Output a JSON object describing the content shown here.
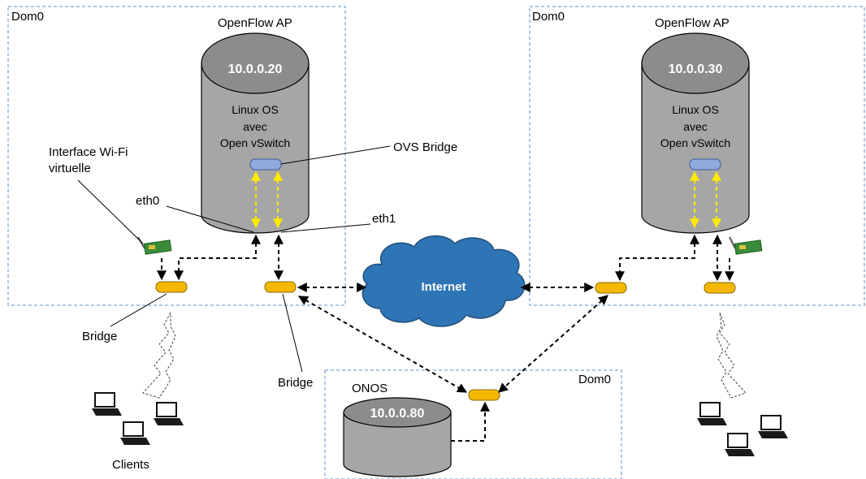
{
  "zones": {
    "left": {
      "label": "Dom0",
      "title": "OpenFlow AP"
    },
    "right": {
      "label": "Dom0",
      "title": "OpenFlow AP"
    },
    "bottom": {
      "label": "Dom0",
      "title": "ONOS"
    }
  },
  "nodes": {
    "ap_left": {
      "ip": "10.0.0.20",
      "os_line1": "Linux OS",
      "os_line2": "avec",
      "os_line3": "Open vSwitch"
    },
    "ap_right": {
      "ip": "10.0.0.30",
      "os_line1": "Linux OS",
      "os_line2": "avec",
      "os_line3": "Open vSwitch"
    },
    "onos": {
      "ip": "10.0.0.80"
    },
    "internet": {
      "label": "Internet"
    }
  },
  "labels": {
    "ovs_bridge": "OVS Bridge",
    "wifi_line1": "Interface Wi-Fi",
    "wifi_line2": "virtuelle",
    "eth0": "eth0",
    "eth1": "eth1",
    "bridge_left": "Bridge",
    "bridge_center": "Bridge",
    "clients": "Clients"
  },
  "colors": {
    "bridge": "#f5b800",
    "ovs": "#8faadc",
    "cloud": "#2e75b6",
    "cylinder": "#a6a6a6",
    "internal_link": "#ffea00",
    "zone_border": "#5b8fc9"
  }
}
